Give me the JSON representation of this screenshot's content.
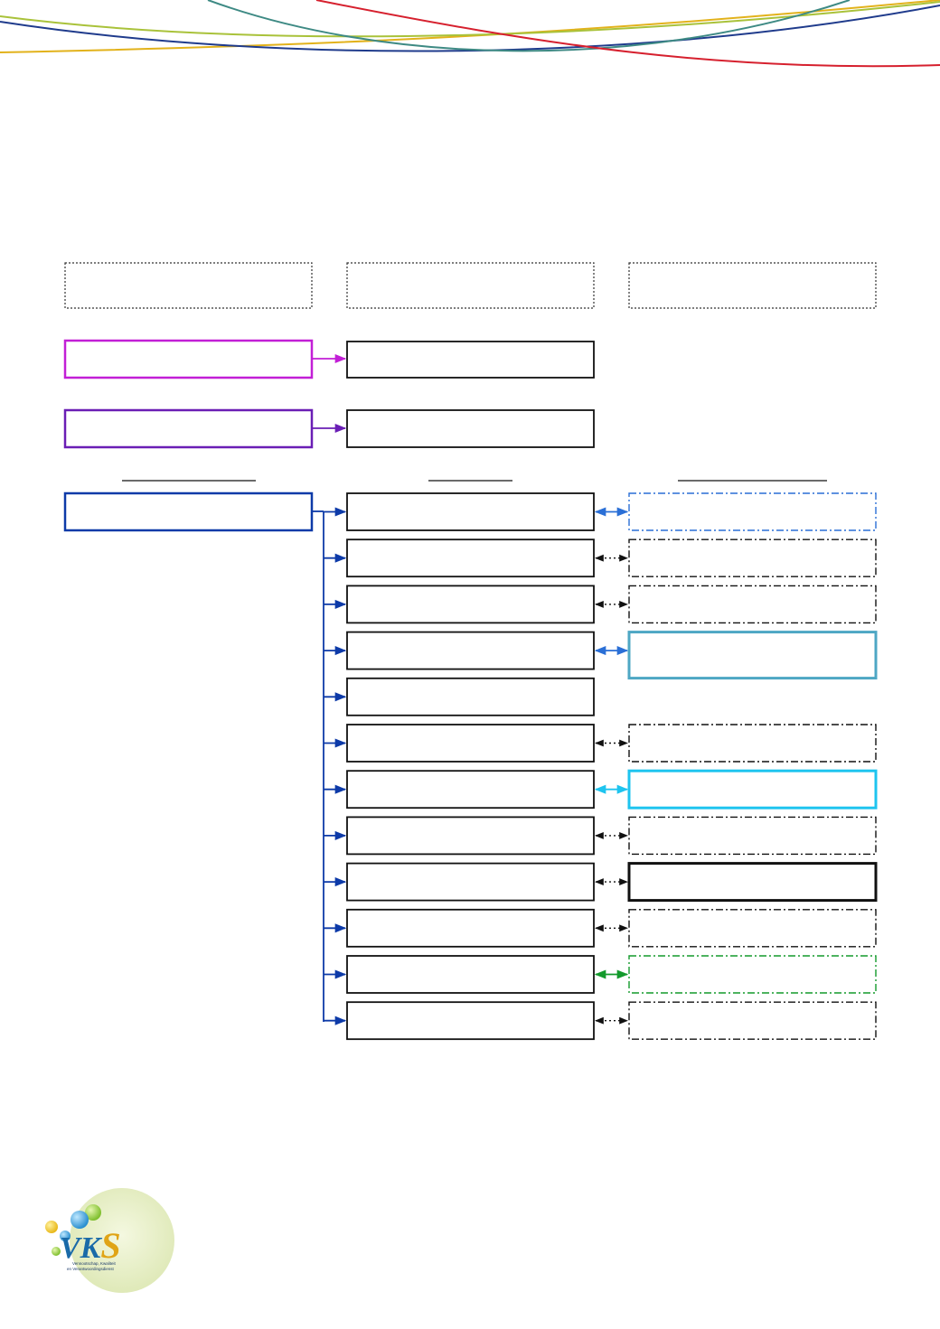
{
  "header": {
    "decoration": "colored-swoosh-lines",
    "colors": {
      "yellow": "#e2b21b",
      "olive": "#a9c23a",
      "navy": "#1f3b8c",
      "teal": "#3e8a84",
      "red": "#d6202e"
    }
  },
  "diagram": {
    "colors": {
      "magenta": "#c21fd6",
      "purple": "#6a1eb5",
      "navy": "#0d3aa8",
      "blue": "#2a6fd6",
      "steel_blue": "#4ea7c4",
      "cyan": "#1ec4ef",
      "green": "#139a2c",
      "black": "#111111"
    },
    "column_headers": [
      "",
      "",
      ""
    ],
    "rows": [
      {
        "source": "",
        "target": ""
      },
      {
        "source": "",
        "target": ""
      }
    ],
    "main_node": "",
    "children": [
      {
        "label": "",
        "partner": "",
        "link_style": "solid",
        "link_color": "blue",
        "partner_style": "dash-dot",
        "partner_color": "blue"
      },
      {
        "label": "",
        "partner": "",
        "link_style": "dotted",
        "link_color": "black",
        "partner_style": "dash-dot",
        "partner_color": "black"
      },
      {
        "label": "",
        "partner": "",
        "link_style": "dotted",
        "link_color": "black",
        "partner_style": "dash-dot",
        "partner_color": "black"
      },
      {
        "label": "",
        "partner": "",
        "link_style": "solid",
        "link_color": "blue",
        "partner_style": "solid-thick",
        "partner_color": "steel_blue"
      },
      {
        "label": "",
        "partner": null
      },
      {
        "label": "",
        "partner": "",
        "link_style": "dotted",
        "link_color": "black",
        "partner_style": "dash-dot",
        "partner_color": "black"
      },
      {
        "label": "",
        "partner": "",
        "link_style": "solid",
        "link_color": "cyan",
        "partner_style": "solid-thick",
        "partner_color": "cyan"
      },
      {
        "label": "",
        "partner": "",
        "link_style": "dotted",
        "link_color": "black",
        "partner_style": "dash-dot",
        "partner_color": "black"
      },
      {
        "label": "",
        "partner": "",
        "link_style": "dotted",
        "link_color": "black",
        "partner_style": "solid-thick",
        "partner_color": "black"
      },
      {
        "label": "",
        "partner": "",
        "link_style": "dotted",
        "link_color": "black",
        "partner_style": "dash-dot",
        "partner_color": "black"
      },
      {
        "label": "",
        "partner": "",
        "link_style": "solid",
        "link_color": "green",
        "partner_style": "dash-dot",
        "partner_color": "green"
      },
      {
        "label": "",
        "partner": "",
        "link_style": "dotted",
        "link_color": "black",
        "partner_style": "dash-dot",
        "partner_color": "black"
      }
    ]
  },
  "logo": {
    "word": "VKS",
    "tagline": "Vennootschap, Kwaliteit en Verantwoordingsdienst"
  }
}
